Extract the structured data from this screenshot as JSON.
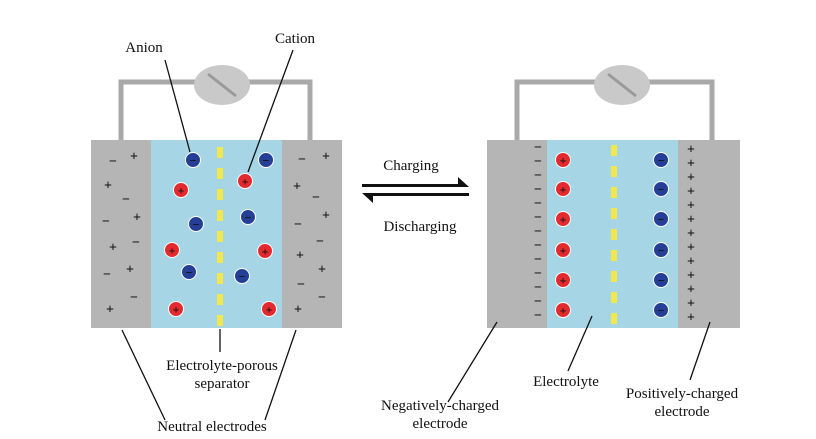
{
  "labels": {
    "anion": "Anion",
    "cation": "Cation",
    "charging": "Charging",
    "discharging": "Discharging",
    "separator_line1": "Electrolyte-porous",
    "separator_line2": "separator",
    "neutral_electrodes": "Neutral electrodes",
    "electrolyte": "Electrolyte",
    "negative_line1": "Negatively-charged",
    "negative_line2": "electrode",
    "positive_line1": "Positively-charged",
    "positive_line2": "electrode"
  },
  "symbols": {
    "plus": "+",
    "minus": "−"
  },
  "colors": {
    "electrode": "#b5b5b6",
    "electrolyte": "#a6d5e6",
    "separator": "#f2e84b",
    "wire": "#a9a9a9",
    "load": "#c9c9c9",
    "cation": "#e32b2f",
    "anion": "#243f95",
    "text": "#111111"
  }
}
